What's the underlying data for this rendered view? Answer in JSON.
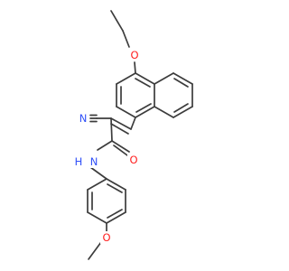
{
  "molecule": {
    "atoms": [
      {
        "id": "O_ethoxy",
        "symbol": "O",
        "color": "#ff2020"
      },
      {
        "id": "N_nitrile",
        "symbol": "N",
        "color": "#3050f8"
      },
      {
        "id": "O_carbonyl",
        "symbol": "O",
        "color": "#ff2020"
      },
      {
        "id": "N_amide",
        "symbol": "N",
        "color": "#3050f8"
      },
      {
        "id": "H_amide",
        "symbol": "H",
        "color": "#3050f8"
      },
      {
        "id": "O_methoxy",
        "symbol": "O",
        "color": "#ff2020"
      }
    ],
    "bond_color": "#3c3c3c"
  }
}
